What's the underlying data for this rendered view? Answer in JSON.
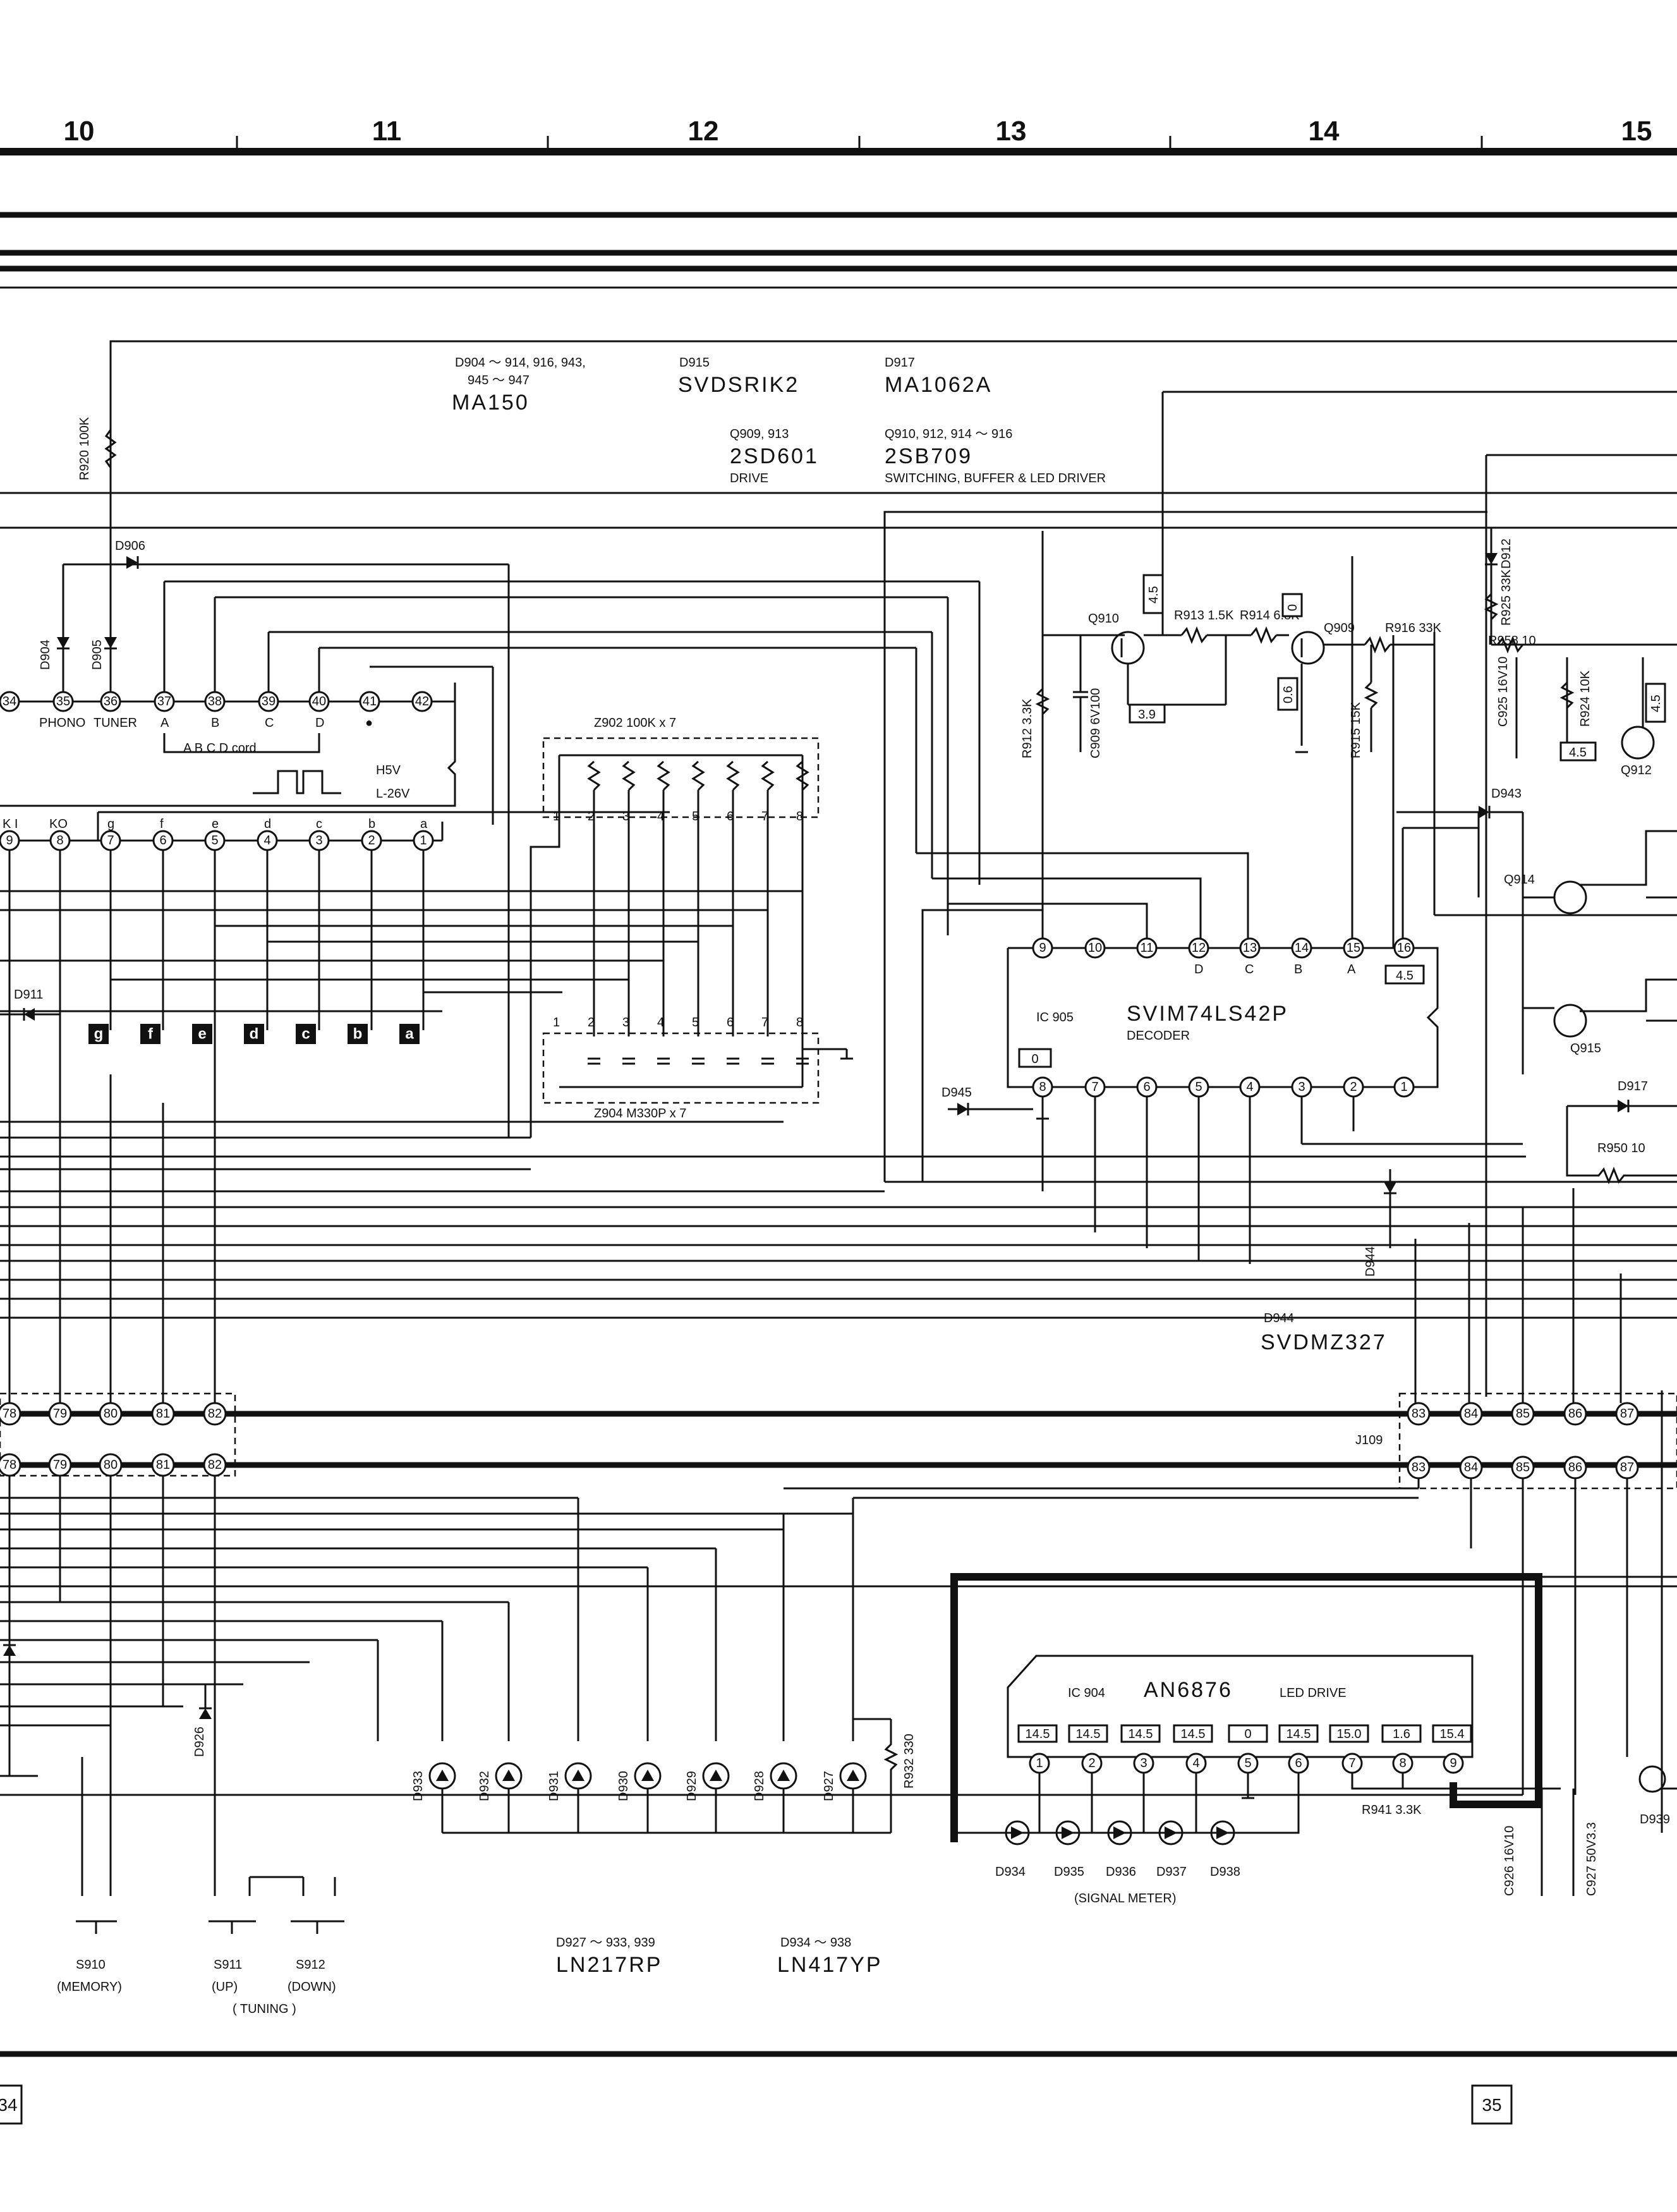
{
  "grid": {
    "columns": [
      "10",
      "11",
      "12",
      "13",
      "14",
      "15"
    ]
  },
  "page_numbers": {
    "left": "34",
    "right": "35"
  },
  "parts_legend": {
    "d904_group": {
      "refs_line1": "D904 ～ 914, 916, 943,",
      "refs_line2": "945 ～ 947",
      "part": "MA150"
    },
    "d915": {
      "refs": "D915",
      "part": "SVDSRIK2"
    },
    "d917": {
      "refs": "D917",
      "part": "MA1062A"
    },
    "q909": {
      "refs": "Q909, 913",
      "part": "2SD601",
      "role": "DRIVE"
    },
    "q910": {
      "refs": "Q910, 912, 914 ～ 916",
      "part": "2SB709",
      "role": "SWITCHING, BUFFER & LED DRIVER"
    },
    "d944": {
      "refs": "D944",
      "part": "SVDMZ327"
    },
    "d927": {
      "refs": "D927 ～ 933, 939",
      "part": "LN217RP"
    },
    "d934": {
      "refs": "D934 ～ 938",
      "part": "LN417YP"
    }
  },
  "ic905": {
    "ref": "IC 905",
    "part": "SVIM74LS42P",
    "function": "DECODER",
    "top_pins": [
      "9",
      "10",
      "11",
      "12",
      "13",
      "14",
      "15",
      "16"
    ],
    "bottom_pins": [
      "8",
      "7",
      "6",
      "5",
      "4",
      "3",
      "2",
      "1"
    ],
    "inputs": [
      "D",
      "C",
      "B",
      "A"
    ],
    "v16": "4.5",
    "v8": "0"
  },
  "ic904": {
    "ref": "IC 904",
    "part": "AN6876",
    "function": "LED DRIVE",
    "pins": [
      "1",
      "2",
      "3",
      "4",
      "5",
      "6",
      "7",
      "8",
      "9"
    ],
    "voltages": [
      "14.5",
      "14.5",
      "14.5",
      "14.5",
      "0",
      "14.5",
      "15.0",
      "1.6",
      "15.4"
    ]
  },
  "connector_top": {
    "pins": [
      "34",
      "35",
      "36",
      "37",
      "38",
      "39",
      "40",
      "41",
      "42"
    ],
    "labels": [
      "PHONO",
      "TUNER",
      "A",
      "B",
      "C",
      "D",
      "●"
    ],
    "note": "A B C D cord",
    "h_level": "H5V",
    "l_level": "L-26V"
  },
  "segment_row": {
    "pins": [
      "9",
      "8",
      "7",
      "6",
      "5",
      "4",
      "3",
      "2",
      "1"
    ],
    "labels": [
      "K I",
      "KO",
      "g",
      "f",
      "e",
      "d",
      "c",
      "b",
      "a"
    ],
    "digits": [
      "g",
      "f",
      "e",
      "d",
      "c",
      "b",
      "a"
    ]
  },
  "z902": {
    "label": "Z902   100K x 7",
    "pins": [
      "1",
      "2",
      "3",
      "4",
      "5",
      "6",
      "7",
      "8"
    ]
  },
  "z904": {
    "label": "Z904   M330P x 7",
    "pins": [
      "1",
      "2",
      "3",
      "4",
      "5",
      "6",
      "7",
      "8"
    ]
  },
  "j109": {
    "label": "J109",
    "left_pins": [
      "78",
      "79",
      "80",
      "81",
      "82"
    ],
    "right_pins": [
      "83",
      "84",
      "85",
      "86",
      "87"
    ]
  },
  "components": {
    "r920": "R920 100K",
    "d906": "D906",
    "d904": "D904",
    "d905": "D905",
    "d911": "D911",
    "q910": "Q910",
    "q909": "Q909",
    "q912": "Q912",
    "q914": "Q914",
    "q915": "Q915",
    "r913": "R913 1.5K",
    "r914": "R914 6.8K",
    "r916": "R916 33K",
    "r912": "R912 3.3K",
    "c909": "C909 6V100",
    "r915": "R915 15K",
    "d912": "D912",
    "r925": "R925 33K",
    "r958": "R958 10",
    "c925": "C925 16V10",
    "r924": "R924 10K",
    "d943": "D943",
    "d945": "D945",
    "d917": "D917",
    "r950": "R950 10",
    "d944": "D944",
    "d926": "D926",
    "r932": "R932 330",
    "r941": "R941 3.3K",
    "c926": "C926 16V10",
    "c927": "C927 50V3.3",
    "d939": "D939",
    "v45a": "4.5",
    "v39": "3.9",
    "v0": "0",
    "v06": "0.6",
    "v45b": "4.5",
    "v45c": "4.5"
  },
  "led_column_labels": [
    "D933",
    "D932",
    "D931",
    "D930",
    "D929",
    "D928",
    "D927"
  ],
  "meter_leds": [
    "D934",
    "D935",
    "D936",
    "D937",
    "D938"
  ],
  "signal_meter": "(SIGNAL METER)",
  "switches": {
    "s910": {
      "ref": "S910",
      "fn": "(MEMORY)"
    },
    "s911": {
      "ref": "S911",
      "fn": "(UP)"
    },
    "s912": {
      "ref": "S912",
      "fn": "(DOWN)"
    },
    "group": "( TUNING )"
  }
}
